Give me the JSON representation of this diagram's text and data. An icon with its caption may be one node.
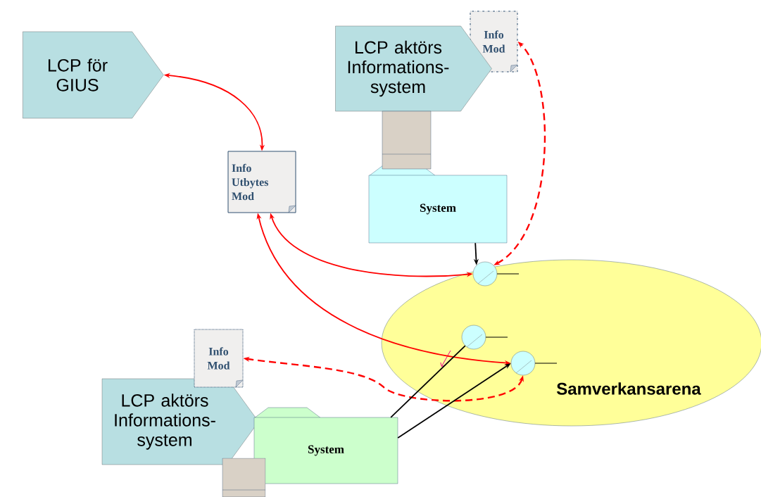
{
  "diagram": {
    "nodes": [
      {
        "text": [
          "LCP för GIUS"
        ]
      },
      {
        "text": [
          "Info Mod"
        ]
      },
      {
        "text": [
          "LCP aktörs Informations-system"
        ]
      },
      {
        "text": [
          "System"
        ]
      },
      {
        "text": [
          "Info Utbytes Mod"
        ]
      },
      {
        "text": [
          "Samverkansarena"
        ]
      },
      {
        "text": [],
        "shape": "circle",
        "in": 5
      },
      {
        "text": [],
        "shape": "circle",
        "in": 5
      },
      {
        "text": [],
        "shape": "circle",
        "in": 5
      },
      {
        "text": [
          "Info Mod"
        ]
      },
      {
        "text": [
          "LCP aktörs Informations-system"
        ]
      },
      {
        "text": [
          "System"
        ]
      }
    ],
    "edges": [
      {
        "from": 0,
        "to": 4,
        "arrow": "both"
      },
      {
        "from": 4,
        "to": 6,
        "arrow": "both"
      },
      {
        "from": 4,
        "to": 8,
        "arrow": "both"
      },
      {
        "from": 6,
        "to": 1,
        "arrow": "both",
        "style": "dashed"
      },
      {
        "from": 8,
        "to": 9,
        "arrow": "both",
        "style": "dashed"
      },
      {
        "from": 3,
        "to": 6,
        "arrow": "to",
        "color": "#000000"
      },
      {
        "from": 11,
        "to": 7,
        "arrow": "none",
        "color": "#000000"
      },
      {
        "from": 11,
        "to": 8,
        "arrow": "to",
        "color": "#000000"
      }
    ]
  }
}
